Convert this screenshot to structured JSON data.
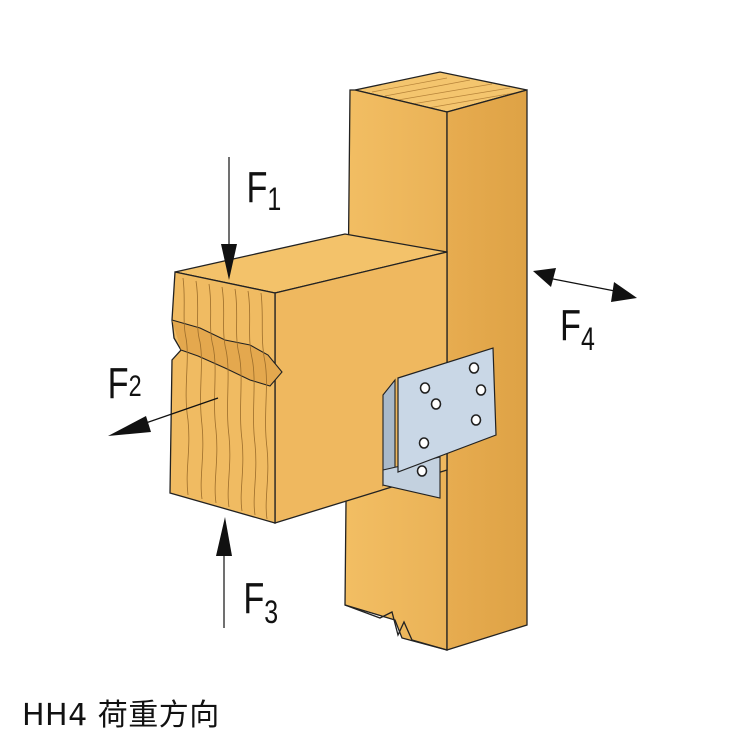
{
  "diagram": {
    "caption": "HH4 荷重方向",
    "forces": [
      {
        "id": "F1",
        "main": "F",
        "sub": "1"
      },
      {
        "id": "F2",
        "main": "F",
        "sub": "2"
      },
      {
        "id": "F3",
        "main": "F",
        "sub": "3"
      },
      {
        "id": "F4",
        "main": "F",
        "sub": "4"
      }
    ],
    "colors": {
      "wood_light": "#f2be63",
      "wood_mid": "#e9b256",
      "wood_dark": "#d9a247",
      "steel": "#c9d7e6",
      "steel_edge": "#8fa4b8",
      "line": "#222222",
      "caption": "#111111"
    }
  }
}
